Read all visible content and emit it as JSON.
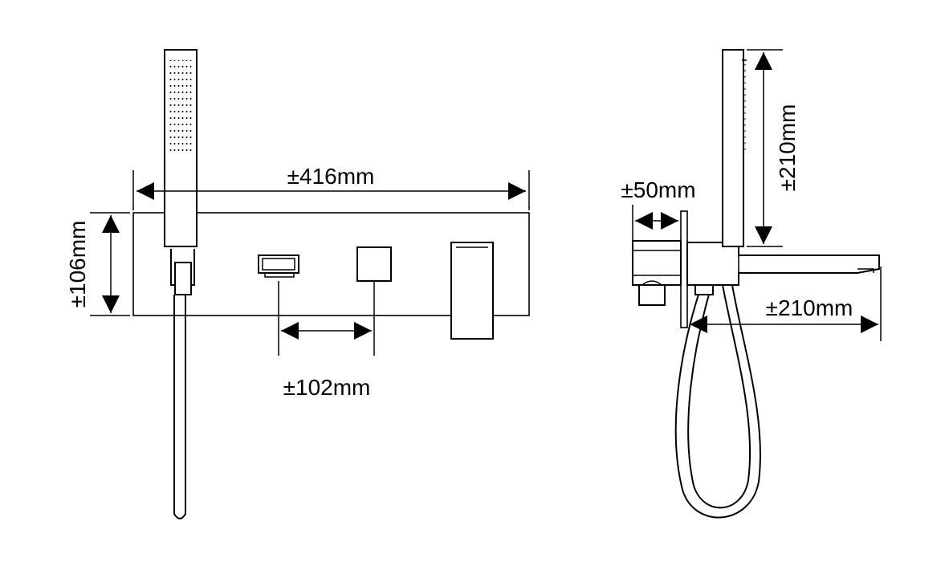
{
  "dimensions": {
    "total_width": "±416mm",
    "panel_height": "±106mm",
    "handle_spacing": "±102mm",
    "wall_depth": "±50mm",
    "handshower_height": "±210mm",
    "spout_projection": "±210mm"
  }
}
